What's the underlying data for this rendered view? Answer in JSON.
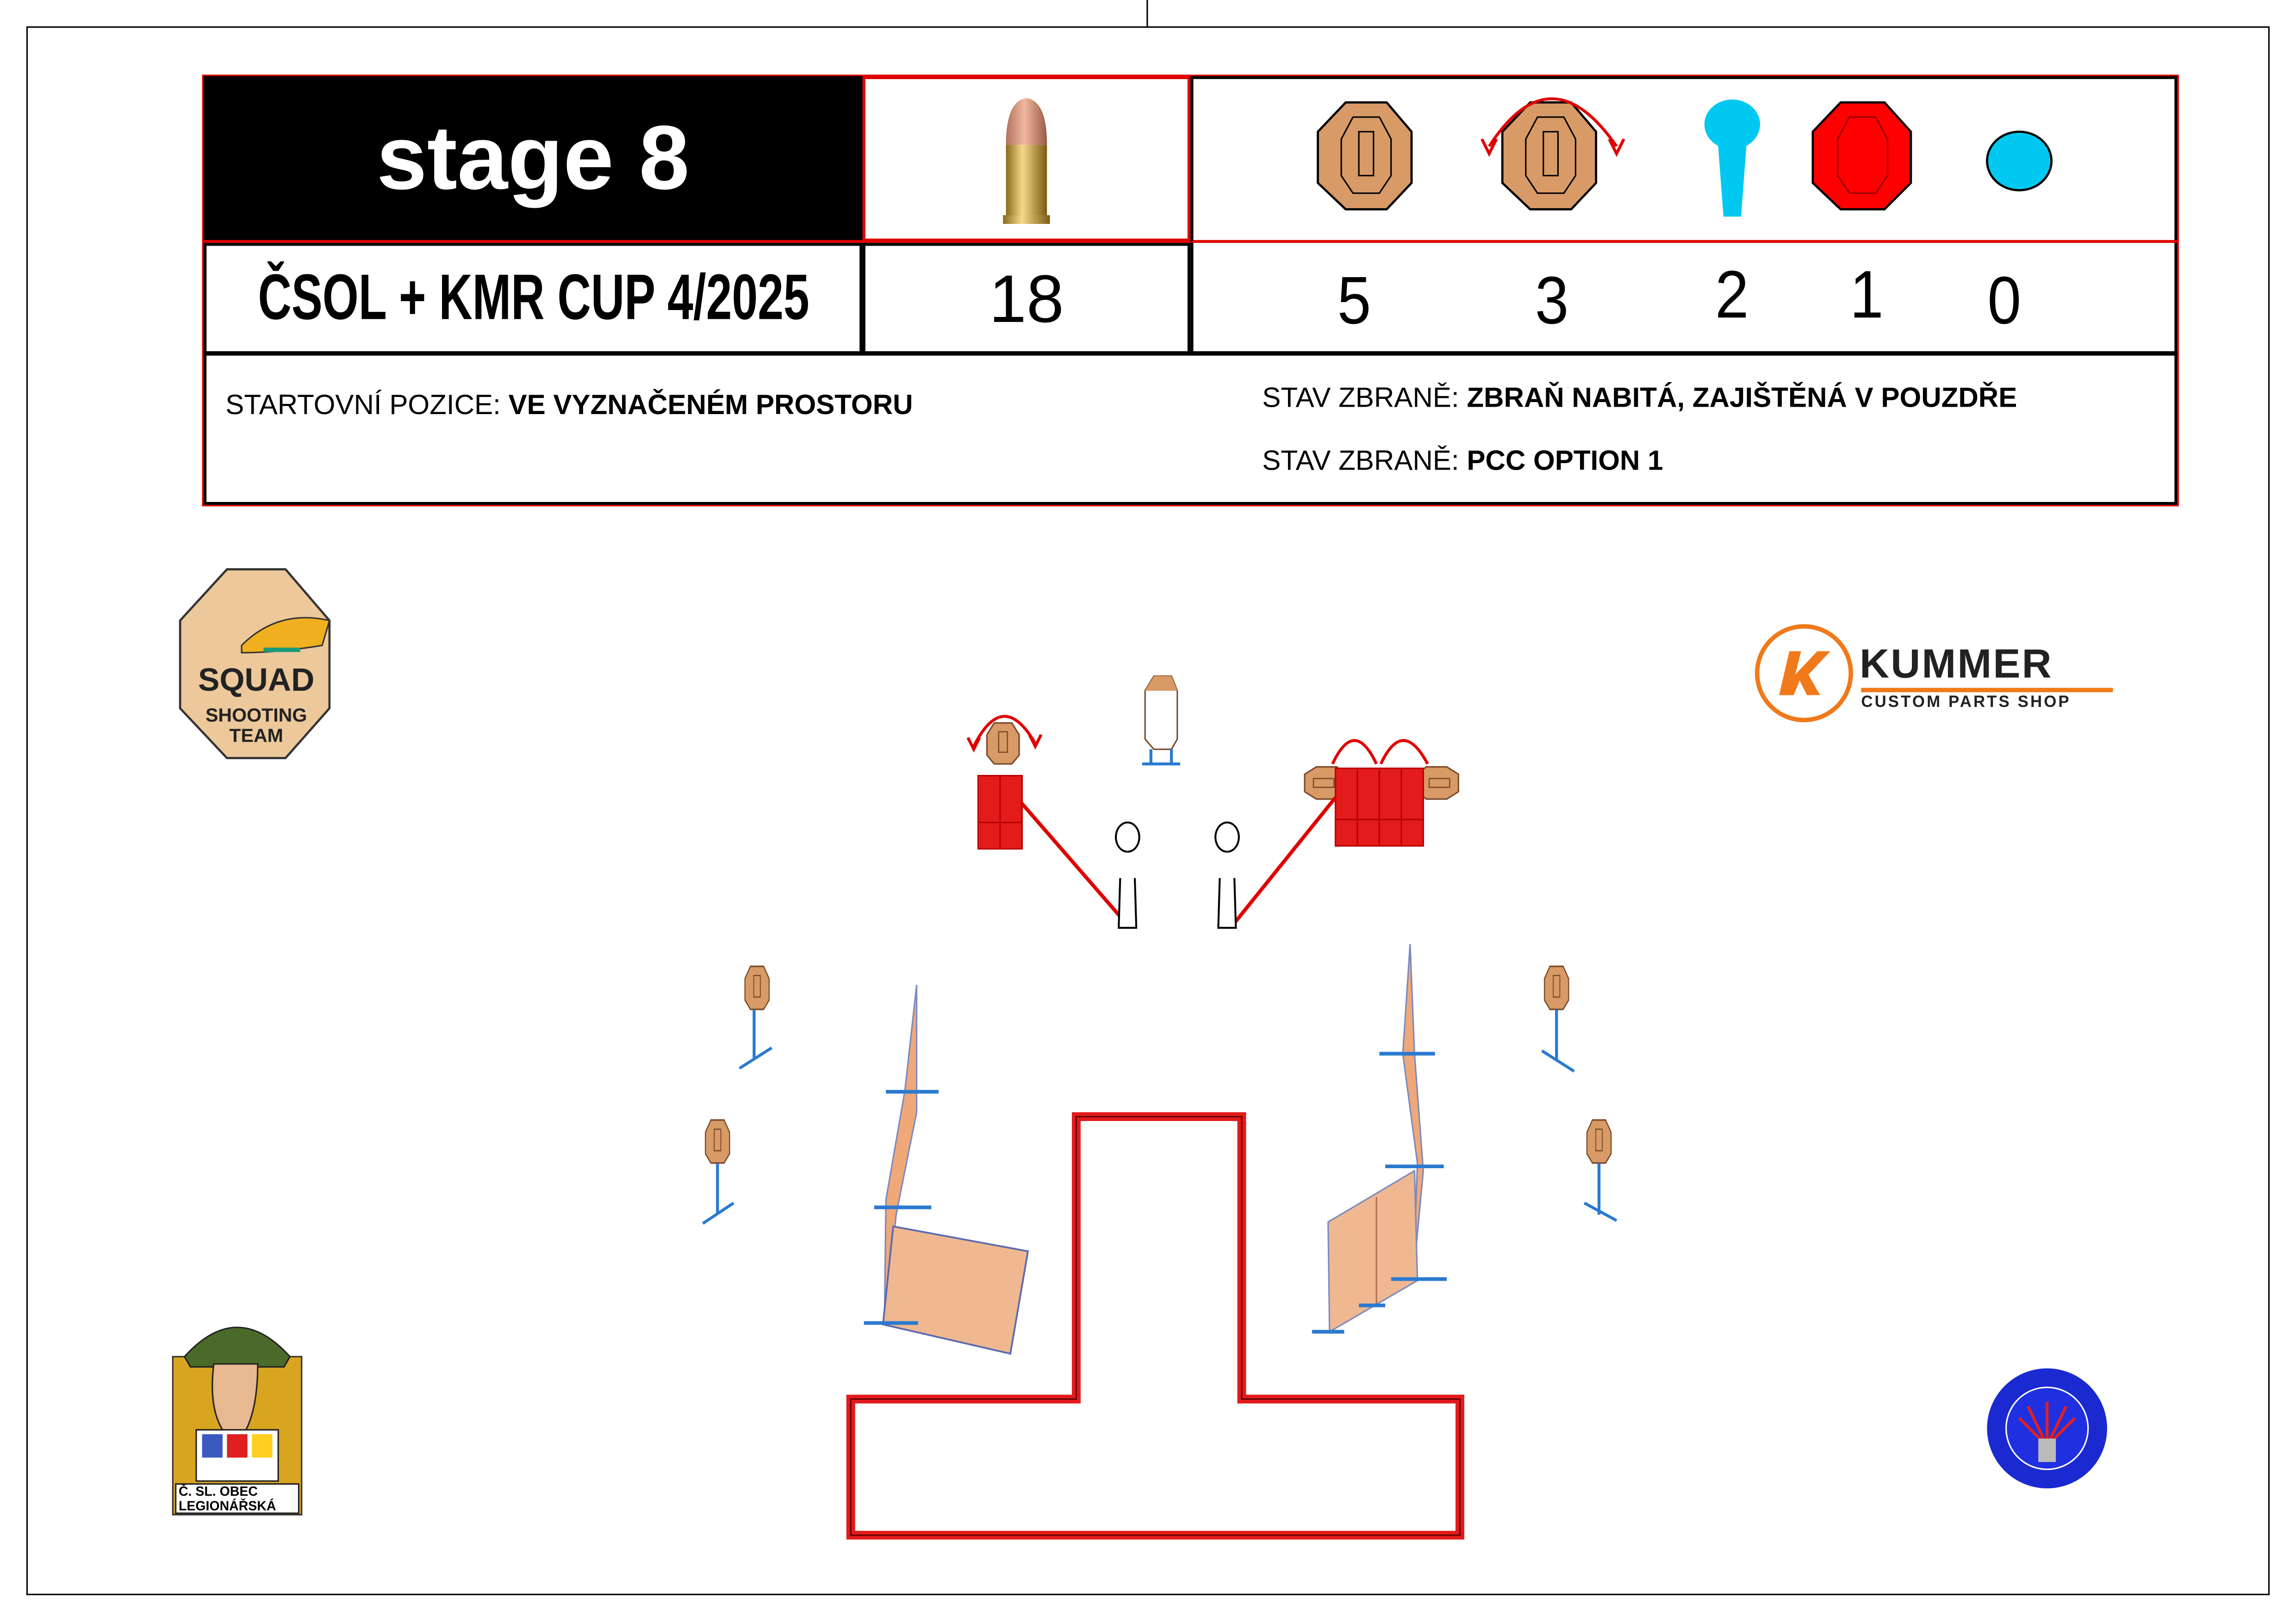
{
  "header": {
    "stage_title": "stage 8",
    "match_name": "ČSOL + KMR CUP 4/2025",
    "min_rounds": "18",
    "target_counts": [
      {
        "icon": "paper-target-icon",
        "count": "5"
      },
      {
        "icon": "swinger-target-icon",
        "count": "3"
      },
      {
        "icon": "popper-icon",
        "count": "2"
      },
      {
        "icon": "no-shoot-target-icon",
        "count": "1"
      },
      {
        "icon": "plate-icon",
        "count": "0"
      }
    ]
  },
  "info": {
    "start_label": "STARTOVNÍ POZICE: ",
    "start_value": "VE VYZNAČENÉM PROSTORU",
    "gun_label_1": "STAV ZBRANĚ: ",
    "gun_value_1": "ZBRAŇ NABITÁ, ZAJIŠTĚNÁ V POUZDŘE",
    "gun_label_2": "STAV ZBRANĚ: ",
    "gun_value_2": "PCC OPTION 1"
  },
  "logos": {
    "squad": [
      "SQUAD",
      "SHOOTING",
      "TEAM"
    ],
    "kummer_name": "KUMMER",
    "kummer_tagline": "CUSTOM PARTS SHOP",
    "legion": [
      "Č. SL.",
      "OBEC",
      "LEGIONÁŘSKÁ"
    ]
  },
  "colors": {
    "table_border": "#e00000",
    "target_tan": "#d89a66",
    "popper_cyan": "#00c8f0",
    "fault_red": "#e31b1b",
    "kummer_orange": "#f07a1a"
  }
}
